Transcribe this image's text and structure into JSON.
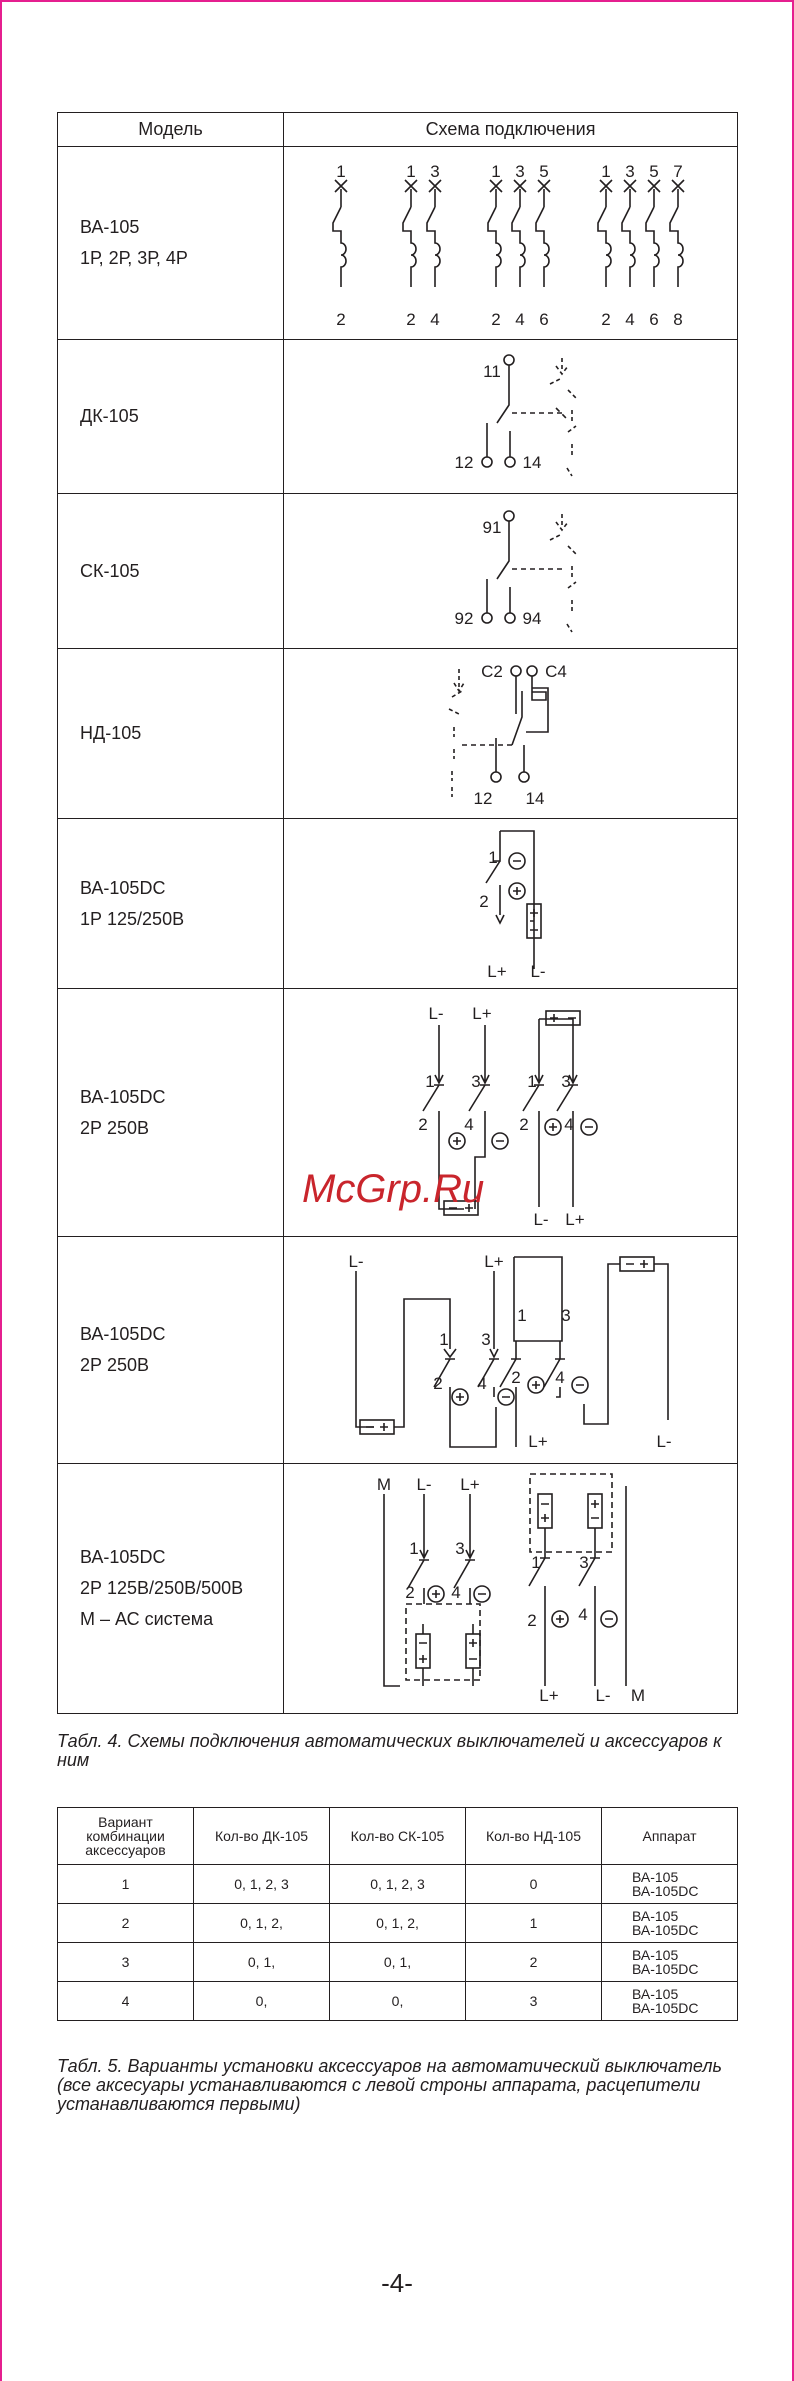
{
  "table4": {
    "headers": {
      "model": "Модель",
      "scheme": "Схема подключения"
    },
    "rows": [
      {
        "model": [
          "ВА-105",
          "1Р, 2Р, 3Р, 4Р"
        ]
      },
      {
        "model": [
          "ДК-105"
        ]
      },
      {
        "model": [
          "СК-105"
        ]
      },
      {
        "model": [
          "НД-105"
        ]
      },
      {
        "model": [
          "ВА-105DC",
          "1Р 125/250В"
        ]
      },
      {
        "model": [
          "ВА-105DC",
          "2Р 250В"
        ]
      },
      {
        "model": [
          "ВА-105DC",
          "2Р 250В"
        ]
      },
      {
        "model": [
          "ВА-105DC",
          "2Р 125В/250В/500В",
          "М – АС система"
        ]
      }
    ],
    "diagram_labels": {
      "va105_top": [
        "1",
        "1",
        "3",
        "1",
        "3",
        "5",
        "1",
        "3",
        "5",
        "7"
      ],
      "va105_bottom": [
        "2",
        "2",
        "4",
        "2",
        "4",
        "6",
        "2",
        "4",
        "6",
        "8"
      ],
      "dk105": [
        "11",
        "12",
        "14"
      ],
      "sk105": [
        "91",
        "92",
        "94"
      ],
      "nd105": [
        "C2",
        "C4",
        "12",
        "14"
      ],
      "terminals": {
        "one": "1",
        "two": "2",
        "three": "3",
        "four": "4"
      },
      "poles": {
        "minus": "L-",
        "plus": "L+",
        "m": "M"
      }
    }
  },
  "caption4": "Табл. 4. Схемы подключения автоматических выключателей и аксессуаров к ним",
  "table5": {
    "headers": [
      "Вариант комбинации аксессуаров",
      "Кол-во ДК-105",
      "Кол-во СК-105",
      "Кол-во НД-105",
      "Аппарат"
    ],
    "rows": [
      {
        "variant": "1",
        "dk": "0, 1, 2, 3",
        "sk": "0, 1, 2, 3",
        "nd": "0",
        "device": [
          "ВА-105",
          "ВА-105DC"
        ]
      },
      {
        "variant": "2",
        "dk": "0, 1, 2,",
        "sk": "0, 1, 2,",
        "nd": "1",
        "device": [
          "ВА-105",
          "ВА-105DC"
        ]
      },
      {
        "variant": "3",
        "dk": "0, 1,",
        "sk": "0, 1,",
        "nd": "2",
        "device": [
          "ВА-105",
          "ВА-105DC"
        ]
      },
      {
        "variant": "4",
        "dk": "0,",
        "sk": "0,",
        "nd": "3",
        "device": [
          "ВА-105",
          "ВА-105DC"
        ]
      }
    ]
  },
  "caption5": "Табл. 5. Варианты установки аксессуаров на автоматический выключатель (все аксесуары устанавливаются с левой строны аппарата, расцепители устанавливаются первыми)",
  "page_number": "-4-",
  "watermark": "McGrp.Ru"
}
